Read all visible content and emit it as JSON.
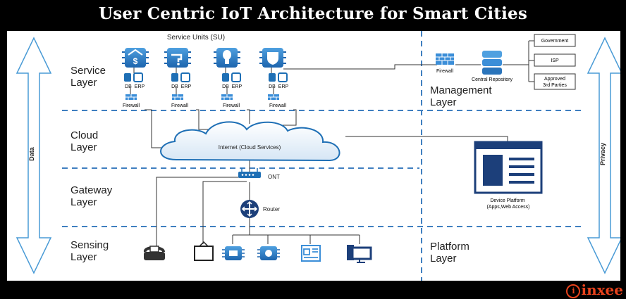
{
  "title": "User Centric IoT Architecture for Smart Cities",
  "layers": {
    "service": "Service\nLayer",
    "cloud": "Cloud\nLayer",
    "gateway": "Gateway\nLayer",
    "sensing": "Sensing\nLayer",
    "management": "Management\nLayer",
    "platform": "Platform\nLayer"
  },
  "side_arrows": {
    "left": "Data",
    "right": "Privacy"
  },
  "service_units": {
    "title": "Service Units (SU)",
    "db": "DB",
    "erp": "ERP",
    "firewall": "Firewall"
  },
  "management": {
    "firewall": "Firewall",
    "repository": "Central Repository",
    "government": "Government",
    "isp": "ISP",
    "third_parties": "Approved\n3rd Parties"
  },
  "cloud_label": "Internet (Cloud Services)",
  "gateway": {
    "ont": "ONT",
    "router": "Router"
  },
  "device_platform": "Device Platform\n(Apps,Web Access)",
  "brand": "inxee",
  "colors": {
    "accent": "#1e6fb5",
    "dashed": "#3f7fc0",
    "arrow": "#3a8fd0"
  }
}
